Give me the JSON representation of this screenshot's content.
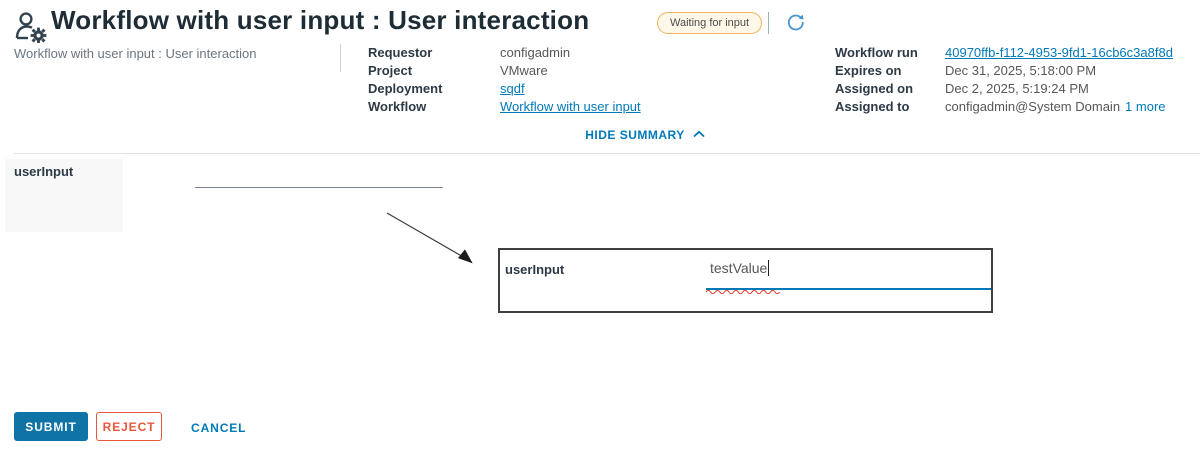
{
  "header": {
    "title": "Workflow with user input : User interaction",
    "status_badge": "Waiting for input",
    "icons": {
      "title_icon": "user-gear-icon",
      "refresh": "refresh-icon"
    }
  },
  "summary": {
    "description": "Workflow with user input : User interaction",
    "left_fields": [
      {
        "label": "Requestor",
        "value": "configadmin"
      },
      {
        "label": "Project",
        "value": "VMware"
      },
      {
        "label": "Deployment",
        "value": "sqdf"
      },
      {
        "label": "Workflow",
        "value": "Workflow with user input"
      }
    ],
    "right_fields": [
      {
        "label": "Workflow run",
        "value": "40970ffb-f112-4953-9fd1-16cb6c3a8f8d"
      },
      {
        "label": "Expires on",
        "value": "Dec 31, 2025, 5:18:00 PM"
      },
      {
        "label": "Assigned on",
        "value": "Dec 2, 2025, 5:19:24 PM"
      },
      {
        "label": "Assigned to",
        "value": "configadmin@System Domain",
        "extra_link": "1 more"
      }
    ],
    "hide_summary_label": "HIDE SUMMARY"
  },
  "form": {
    "field_label": "userInput",
    "field_value": ""
  },
  "overlay": {
    "field_label": "userInput",
    "field_value": "testValue"
  },
  "actions": {
    "submit": "SUBMIT",
    "reject": "REJECT",
    "cancel": "CANCEL"
  },
  "colors": {
    "accent_blue": "#0079b8",
    "primary_button": "#0f73a6",
    "danger": "#e9573b",
    "badge_border": "#f0b25a",
    "badge_bg": "#fff8e8",
    "focus_underline": "#0079b8",
    "spellcheck_red": "#e64a3c"
  }
}
